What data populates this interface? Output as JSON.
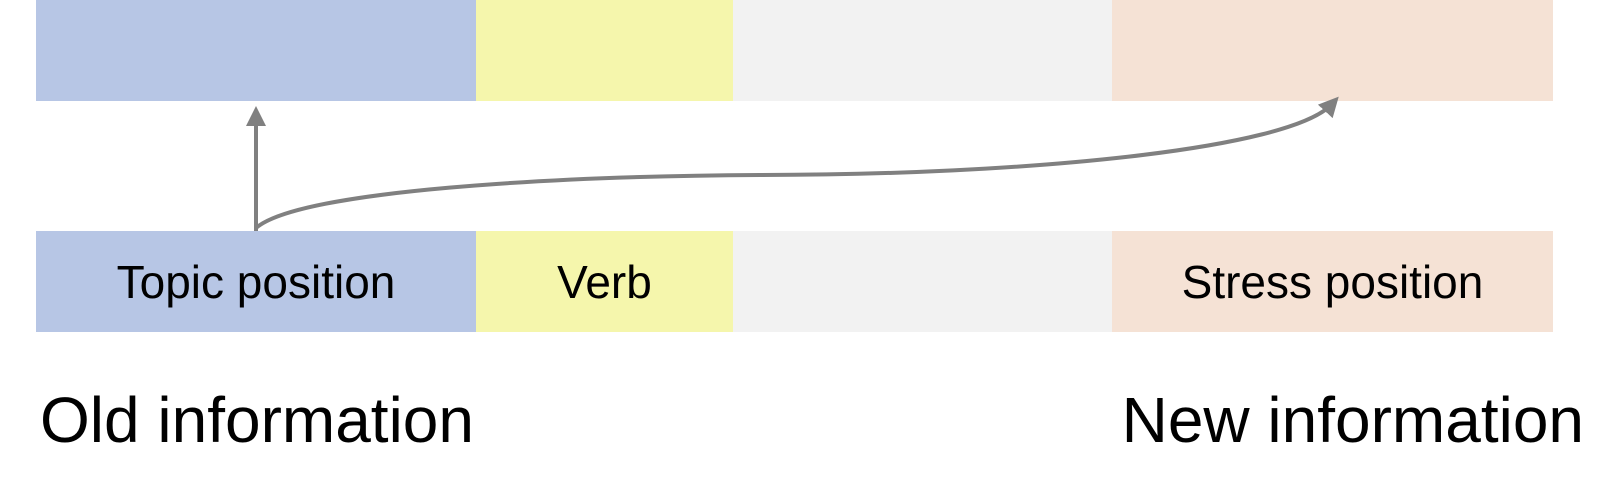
{
  "segments": [
    {
      "id": "topic",
      "label": "Topic position",
      "color": "#b7c6e5"
    },
    {
      "id": "verb",
      "label": "Verb",
      "color": "#f5f6ac"
    },
    {
      "id": "middle",
      "label": "",
      "color": "#f2f2f2"
    },
    {
      "id": "stress",
      "label": "Stress position",
      "color": "#f5e2d5"
    }
  ],
  "captions": {
    "left": "Old information",
    "right": "New information"
  },
  "arrow_color": "#808080"
}
